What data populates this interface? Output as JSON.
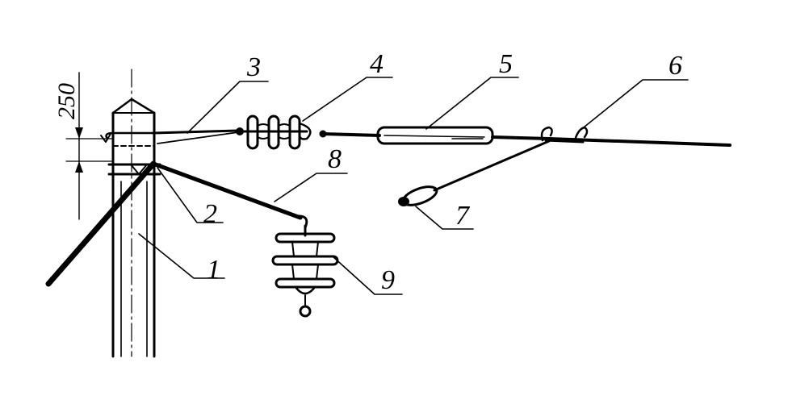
{
  "diagram": {
    "dimension_label": "250",
    "labels": [
      {
        "id": "1",
        "text": "1"
      },
      {
        "id": "2",
        "text": "2"
      },
      {
        "id": "3",
        "text": "3"
      },
      {
        "id": "4",
        "text": "4"
      },
      {
        "id": "5",
        "text": "5"
      },
      {
        "id": "6",
        "text": "6"
      },
      {
        "id": "7",
        "text": "7"
      },
      {
        "id": "8",
        "text": "8"
      },
      {
        "id": "9",
        "text": "9"
      }
    ],
    "ink_color": "#000000"
  }
}
